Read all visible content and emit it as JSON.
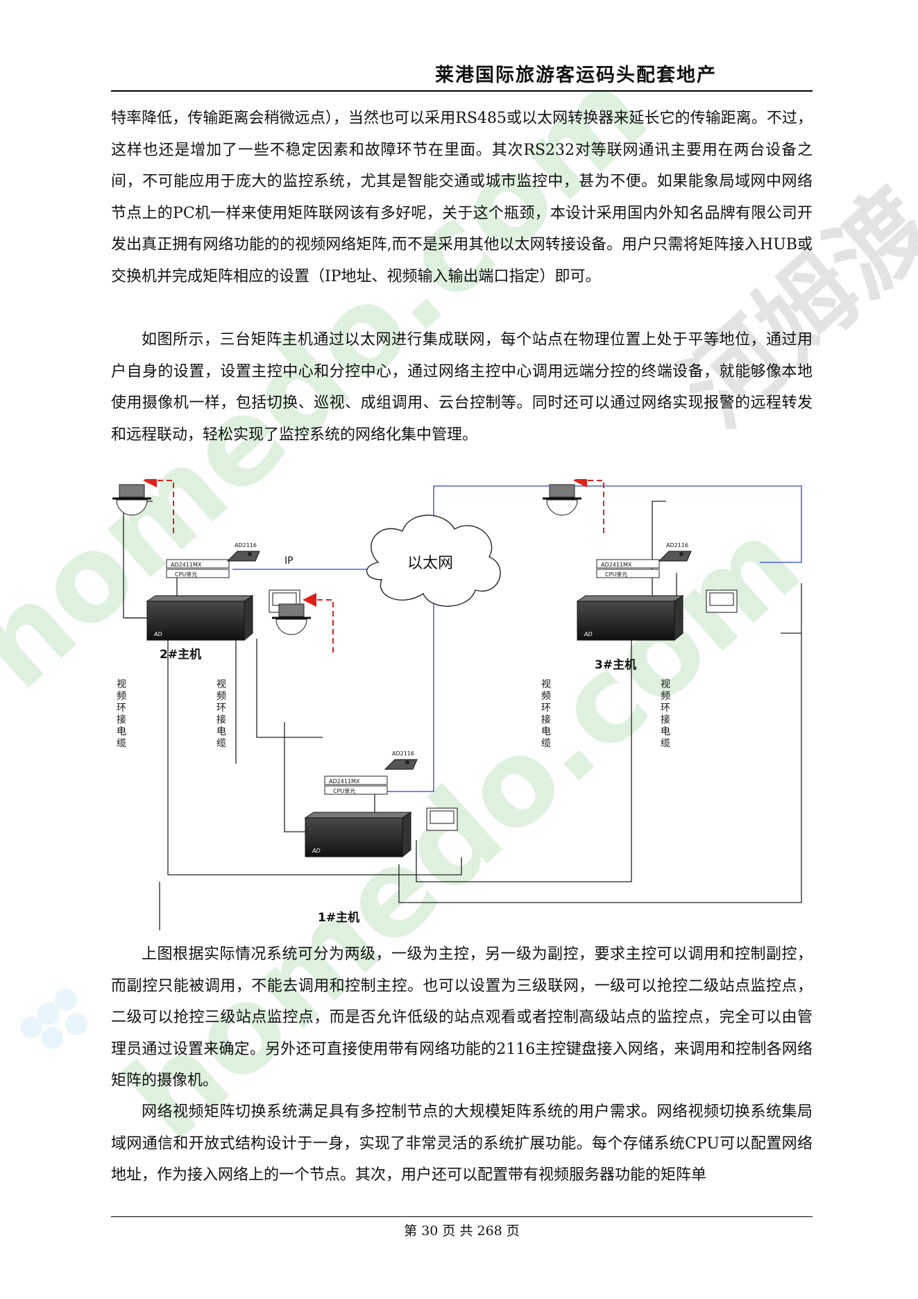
{
  "header": {
    "title": "莱港国际旅游客运码头配套地产"
  },
  "paragraphs": [
    "特率降低，传输距离会稍微远点），当然也可以采用RS485或以太网转换器来延长它的传输距离。不过，这样也还是增加了一些不稳定因素和故障环节在里面。其次RS232对等联网通讯主要用在两台设备之间，不可能应用于庞大的监控系统，尤其是智能交通或城市监控中，甚为不便。如果能象局域网中网络节点上的PC机一样来使用矩阵联网该有多好呢，关于这个瓶颈，本设计采用国内外知名品牌有限公司开发出真正拥有网络功能的的视频网络矩阵,而不是采用其他以太网转接设备。用户只需将矩阵接入HUB或交换机并完成矩阵相应的设置（IP地址、视频输入输出端口指定）即可。",
    "如图所示，三台矩阵主机通过以太网进行集成联网，每个站点在物理位置上处于平等地位，通过用户自身的设置，设置主控中心和分控中心，通过网络主控中心调用远端分控的终端设备，就能够像本地使用摄像机一样，包括切换、巡视、成组调用、云台控制等。同时还可以通过网络实现报警的远程转发和远程联动，轻松实现了监控系统的网络化集中管理。",
    "上图根据实际情况系统可分为两级，一级为主控，另一级为副控，要求主控可以调用和控制副控，而副控只能被调用，不能去调用和控制主控。也可以设置为三级联网，一级可以抢控二级站点监控点，二级可以抢控三级站点监控点，而是否允许低级的站点观看或者控制高级站点的监控点，完全可以由管理员通过设置来确定。另外还可直接使用带有网络功能的2116主控键盘接入网络，来调用和控制各网络矩阵的摄像机。",
    "网络视频矩阵切换系统满足具有多控制节点的大规模矩阵系统的用户需求。网络视频切换系统集局域网通信和开放式结构设计于一身，实现了非常灵活的系统扩展功能。每个存储系统CPU可以配置网络地址，作为接入网络上的一个节点。其次，用户还可以配置带有视频服务器功能的矩阵单"
  ],
  "diagram": {
    "ethernet_label": "以太网",
    "ip_label": "IP",
    "host2_label": "2#主机",
    "host1_label": "1#主机",
    "host3_label": "3#主机",
    "module_label": "AD2411MX",
    "cpu_label": "CPU单元",
    "keyboard_label": "AD2116",
    "brand_label": "AD",
    "cable_label_chars": [
      "视",
      "频",
      "环",
      "接",
      "电",
      "缆"
    ]
  },
  "footer": {
    "page_text": "第 30 页 共 268 页"
  },
  "colors": {
    "dashed_link": "#e0201b",
    "ip_line": "#2a3fd8",
    "watermark": "#bfe3bf"
  }
}
